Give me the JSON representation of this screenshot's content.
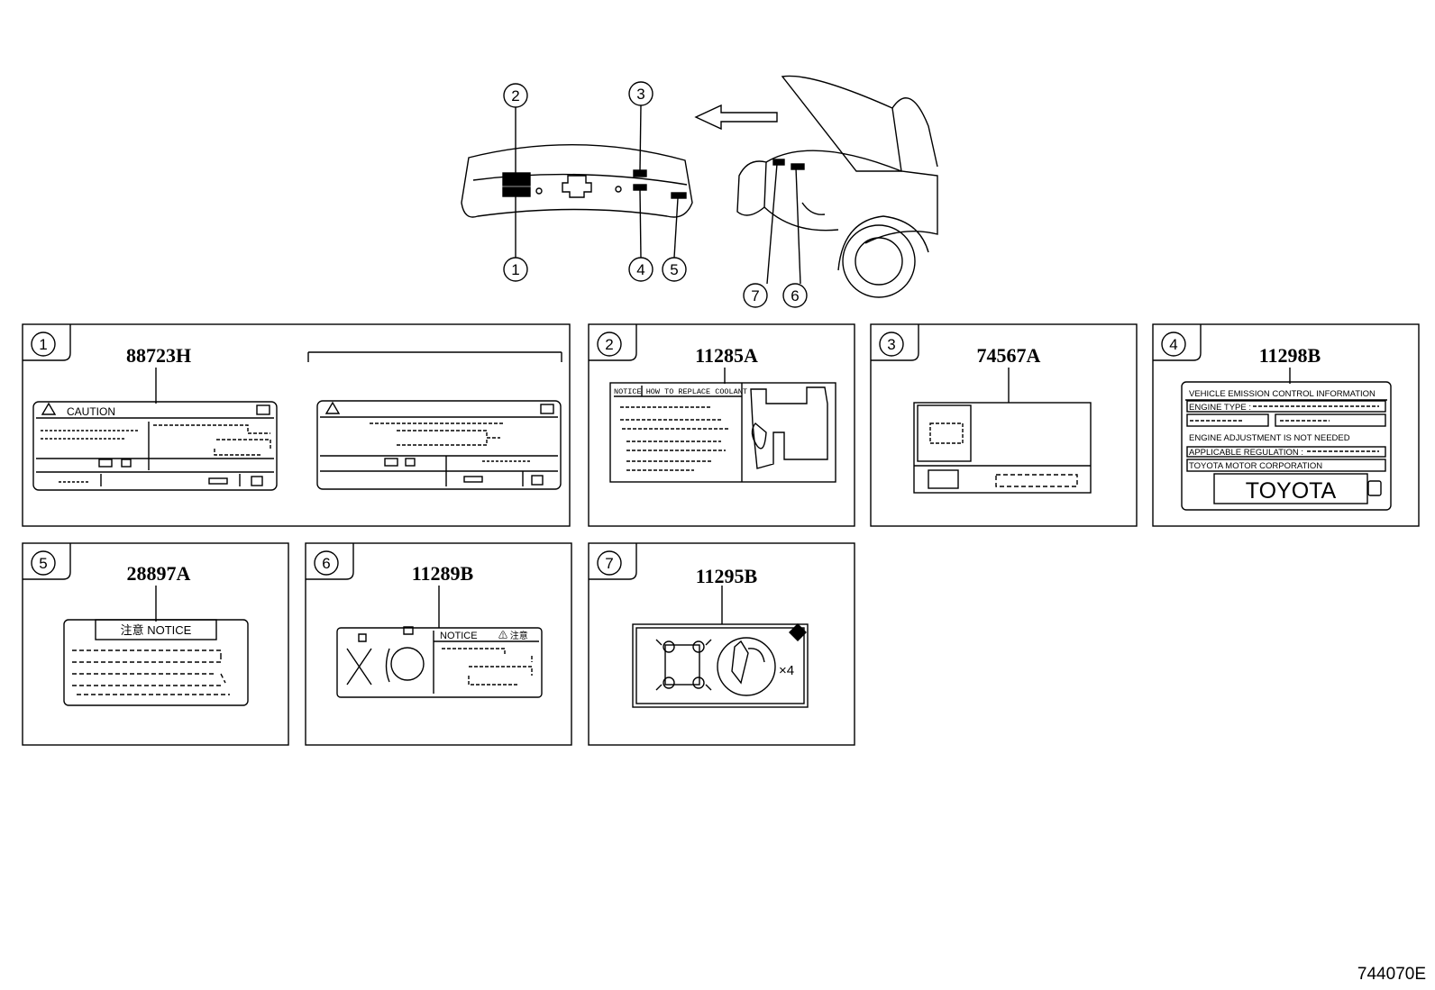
{
  "callouts": [
    "1",
    "2",
    "3",
    "4",
    "5",
    "6",
    "7"
  ],
  "panels": [
    {
      "index": "1",
      "part_number": "88723H"
    },
    {
      "index": "2",
      "part_number": "11285A"
    },
    {
      "index": "3",
      "part_number": "74567A"
    },
    {
      "index": "4",
      "part_number": "11298B"
    },
    {
      "index": "5",
      "part_number": "28897A"
    },
    {
      "index": "6",
      "part_number": "11289B"
    },
    {
      "index": "7",
      "part_number": "11295B"
    }
  ],
  "labels": {
    "caution": "CAUTION",
    "how_to_replace": "NOTICE  HOW TO REPLACE COOLANT",
    "emission": {
      "title": "VEHICLE EMISSION CONTROL INFORMATION",
      "engine_type": "ENGINE TYPE :",
      "adjustment": "ENGINE ADJUSTMENT IS NOT NEEDED",
      "regulation": "APPLICABLE REGULATION :",
      "corporation": "TOYOTA MOTOR CORPORATION",
      "brand": "TOYOTA"
    },
    "notice_jp": "注意 NOTICE",
    "notice": "NOTICE",
    "notice_jp_short": "⚠ 注意",
    "times_four": "×4"
  },
  "diagram_code": "744070E"
}
